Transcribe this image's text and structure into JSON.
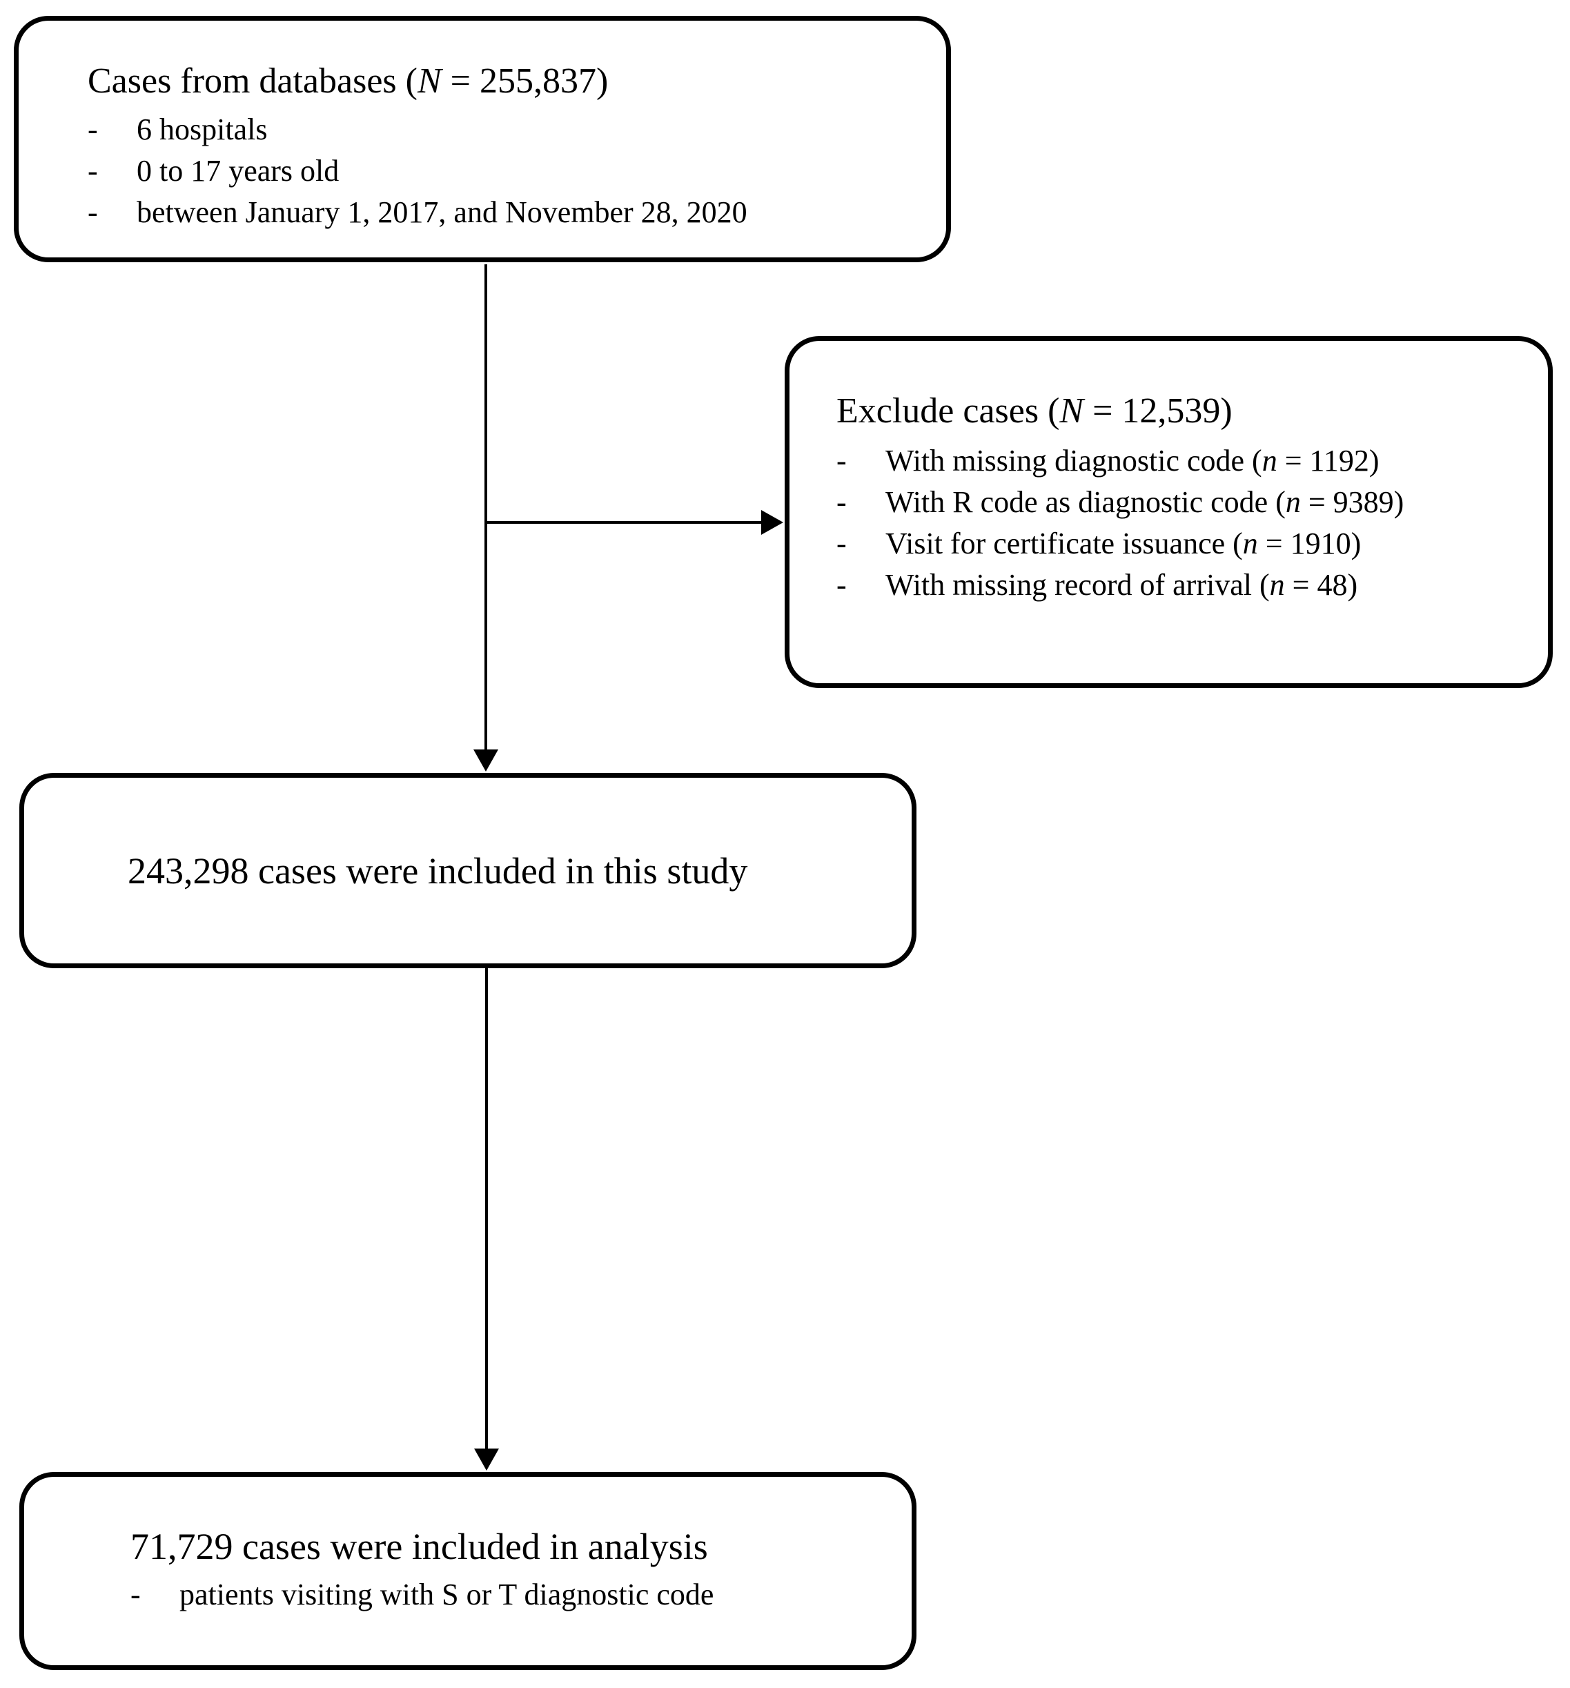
{
  "bullet_marker": "-",
  "colors": {
    "line": "#000000",
    "background": "#ffffff",
    "text": "#000000"
  },
  "boxes": {
    "source": {
      "title": {
        "pre": "Cases from databases (",
        "var": "N",
        "post": " = 255,837)"
      },
      "bullets": [
        "6 hospitals",
        "0 to 17 years old",
        "between January 1, 2017, and November 28, 2020"
      ]
    },
    "exclude": {
      "title": {
        "pre": "Exclude cases (",
        "var": "N",
        "post": " = 12,539)"
      },
      "bullets": [
        {
          "pre": "With missing diagnostic code (",
          "var": "n",
          "post": " = 1192)"
        },
        {
          "pre": "With R code as diagnostic code (",
          "var": "n",
          "post": " = 9389)"
        },
        {
          "pre": "Visit for certificate issuance (",
          "var": "n",
          "post": " = 1910)"
        },
        {
          "pre": "With missing record of arrival (",
          "var": "n",
          "post": " = 48)"
        }
      ]
    },
    "included": {
      "text": "243,298 cases were included in this study"
    },
    "analysis": {
      "title": "71,729 cases were included in analysis",
      "bullets": [
        "patients visiting with S or T diagnostic code"
      ]
    }
  }
}
